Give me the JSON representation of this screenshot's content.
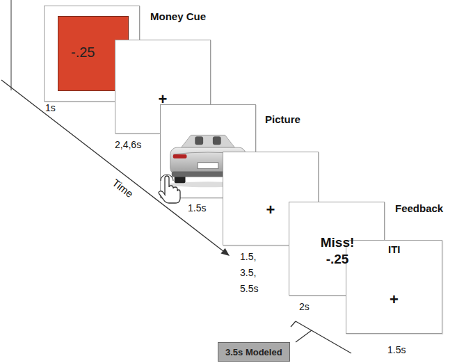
{
  "diagram": {
    "nodes": [
      {
        "text": [
          "Money Cue"
        ]
      },
      {
        "text": [
          "-.25"
        ],
        "in": 0
      },
      {
        "text": [
          "+"
        ]
      },
      {
        "text": [
          "Picture"
        ]
      },
      {
        "text": [
          "+"
        ]
      },
      {
        "text": [
          "Feedback",
          "Miss! -.25"
        ]
      },
      {
        "text": [
          "ITI",
          "+"
        ]
      },
      {
        "text": [
          "3.5s Modeled"
        ]
      }
    ],
    "labels": [
      "1s",
      "2,4,6s",
      "1.5s",
      "1.5, 3.5, 5.5s",
      "2s",
      "1.5s",
      "Time"
    ]
  }
}
